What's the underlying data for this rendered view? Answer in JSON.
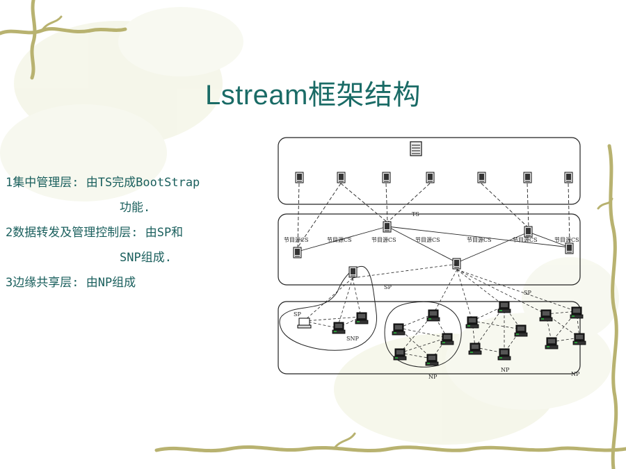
{
  "slide": {
    "title": "Lstream框架结构",
    "bullets": [
      {
        "line1": "1集中管理层: 由TS完成BootStrap",
        "line2": "功能."
      },
      {
        "line1": "2数据转发及管理控制层: 由SP和",
        "line2": "SNP组成."
      },
      {
        "line1": "3边缘共享层: 由NP组成",
        "line2": ""
      }
    ]
  },
  "diagram": {
    "ts_label": "TS",
    "cs_label": "节目源CS",
    "sp_label": "SP",
    "snp_label": "SNP",
    "np_label": "NP"
  },
  "colors": {
    "title": "#1a6b66",
    "text": "#1a5f5d",
    "vine": "#b8b270",
    "bg_wash": "#e9ecd2"
  }
}
